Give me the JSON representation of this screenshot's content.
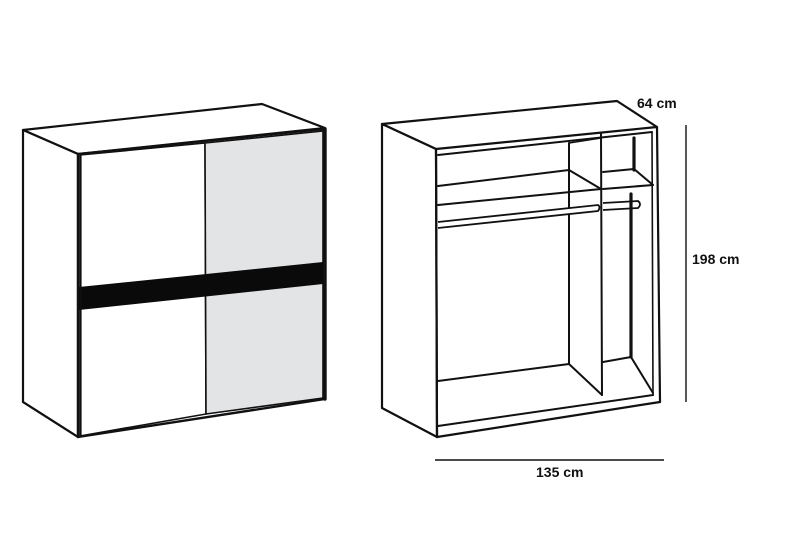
{
  "diagram": {
    "type": "product dimension drawing",
    "subject": "Sliding-door wardrobe",
    "views": [
      {
        "id": "closed-view",
        "description": "Wardrobe with two sliding doors closed; left door white, right door light gray, horizontal black accent band across both doors"
      },
      {
        "id": "open-interior-view",
        "description": "Wardrobe interior without doors: wide left compartment with top shelf and hanging rail, narrow right compartment with top shelf and hanging rail"
      }
    ],
    "dimensions": {
      "depth": {
        "label": "64 cm"
      },
      "height": {
        "label": "198 cm"
      },
      "width": {
        "label": "135 cm"
      }
    },
    "colors": {
      "outline": "#111111",
      "background": "#ffffff",
      "door_left": "#ffffff",
      "door_right": "#e3e4e5",
      "accent_band": "#0a0a0a"
    }
  }
}
